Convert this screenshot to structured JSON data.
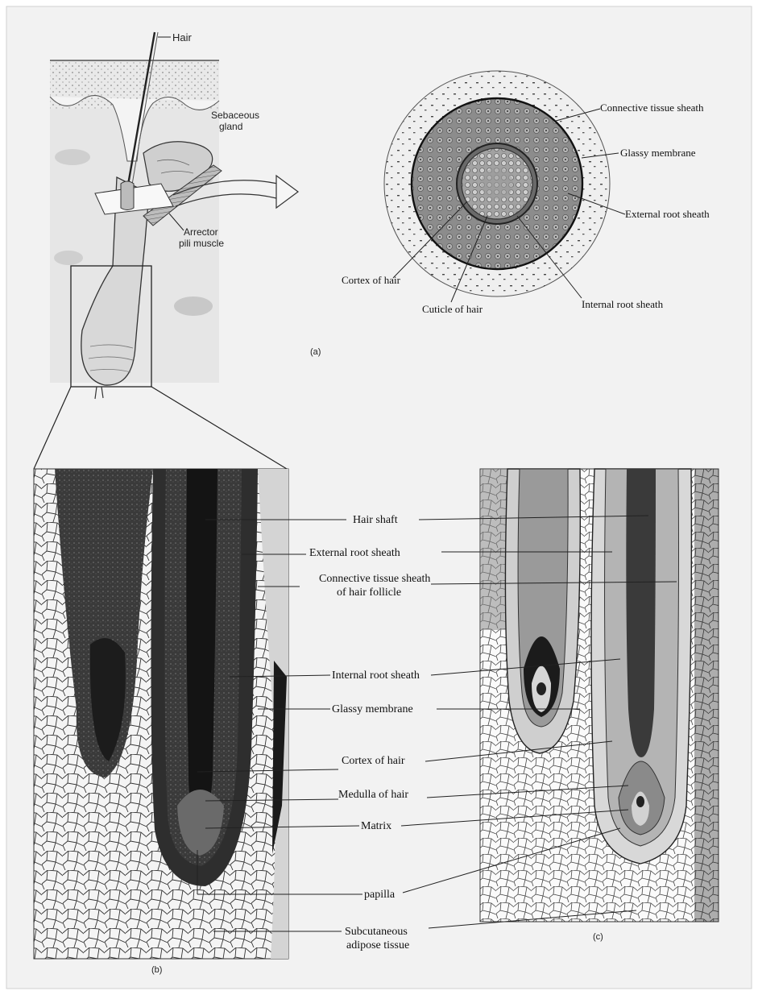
{
  "panel_a": {
    "hair": "Hair",
    "sebaceous_gland_line1": "Sebaceous",
    "sebaceous_gland_line2": "gland",
    "arrector_line1": "Arrector",
    "arrector_line2": "pili muscle",
    "connective_tissue_sheath": "Connective tissue sheath",
    "glassy_membrane": "Glassy membrane",
    "external_root_sheath": "External root sheath",
    "cortex_of_hair": "Cortex of hair",
    "cuticle_of_hair": "Cuticle of hair",
    "internal_root_sheath": "Internal root sheath",
    "panel_label": "(a)"
  },
  "panel_b": {
    "hair_shaft": "Hair shaft",
    "external_root_sheath": "External root sheath",
    "connective_sheath_line1": "Connective tissue sheath",
    "connective_sheath_line2": "of hair follicle",
    "internal_root_sheath": "Internal root sheath",
    "glassy_membrane": "Glassy membrane",
    "cortex_of_hair": "Cortex of hair",
    "medulla_of_hair": "Medulla of hair",
    "matrix": "Matrix",
    "papilla": "papilla",
    "subcutaneous_line1": "Subcutaneous",
    "subcutaneous_line2": "adipose tissue",
    "panel_label": "(b)"
  },
  "panel_c": {
    "panel_label": "(c)"
  }
}
